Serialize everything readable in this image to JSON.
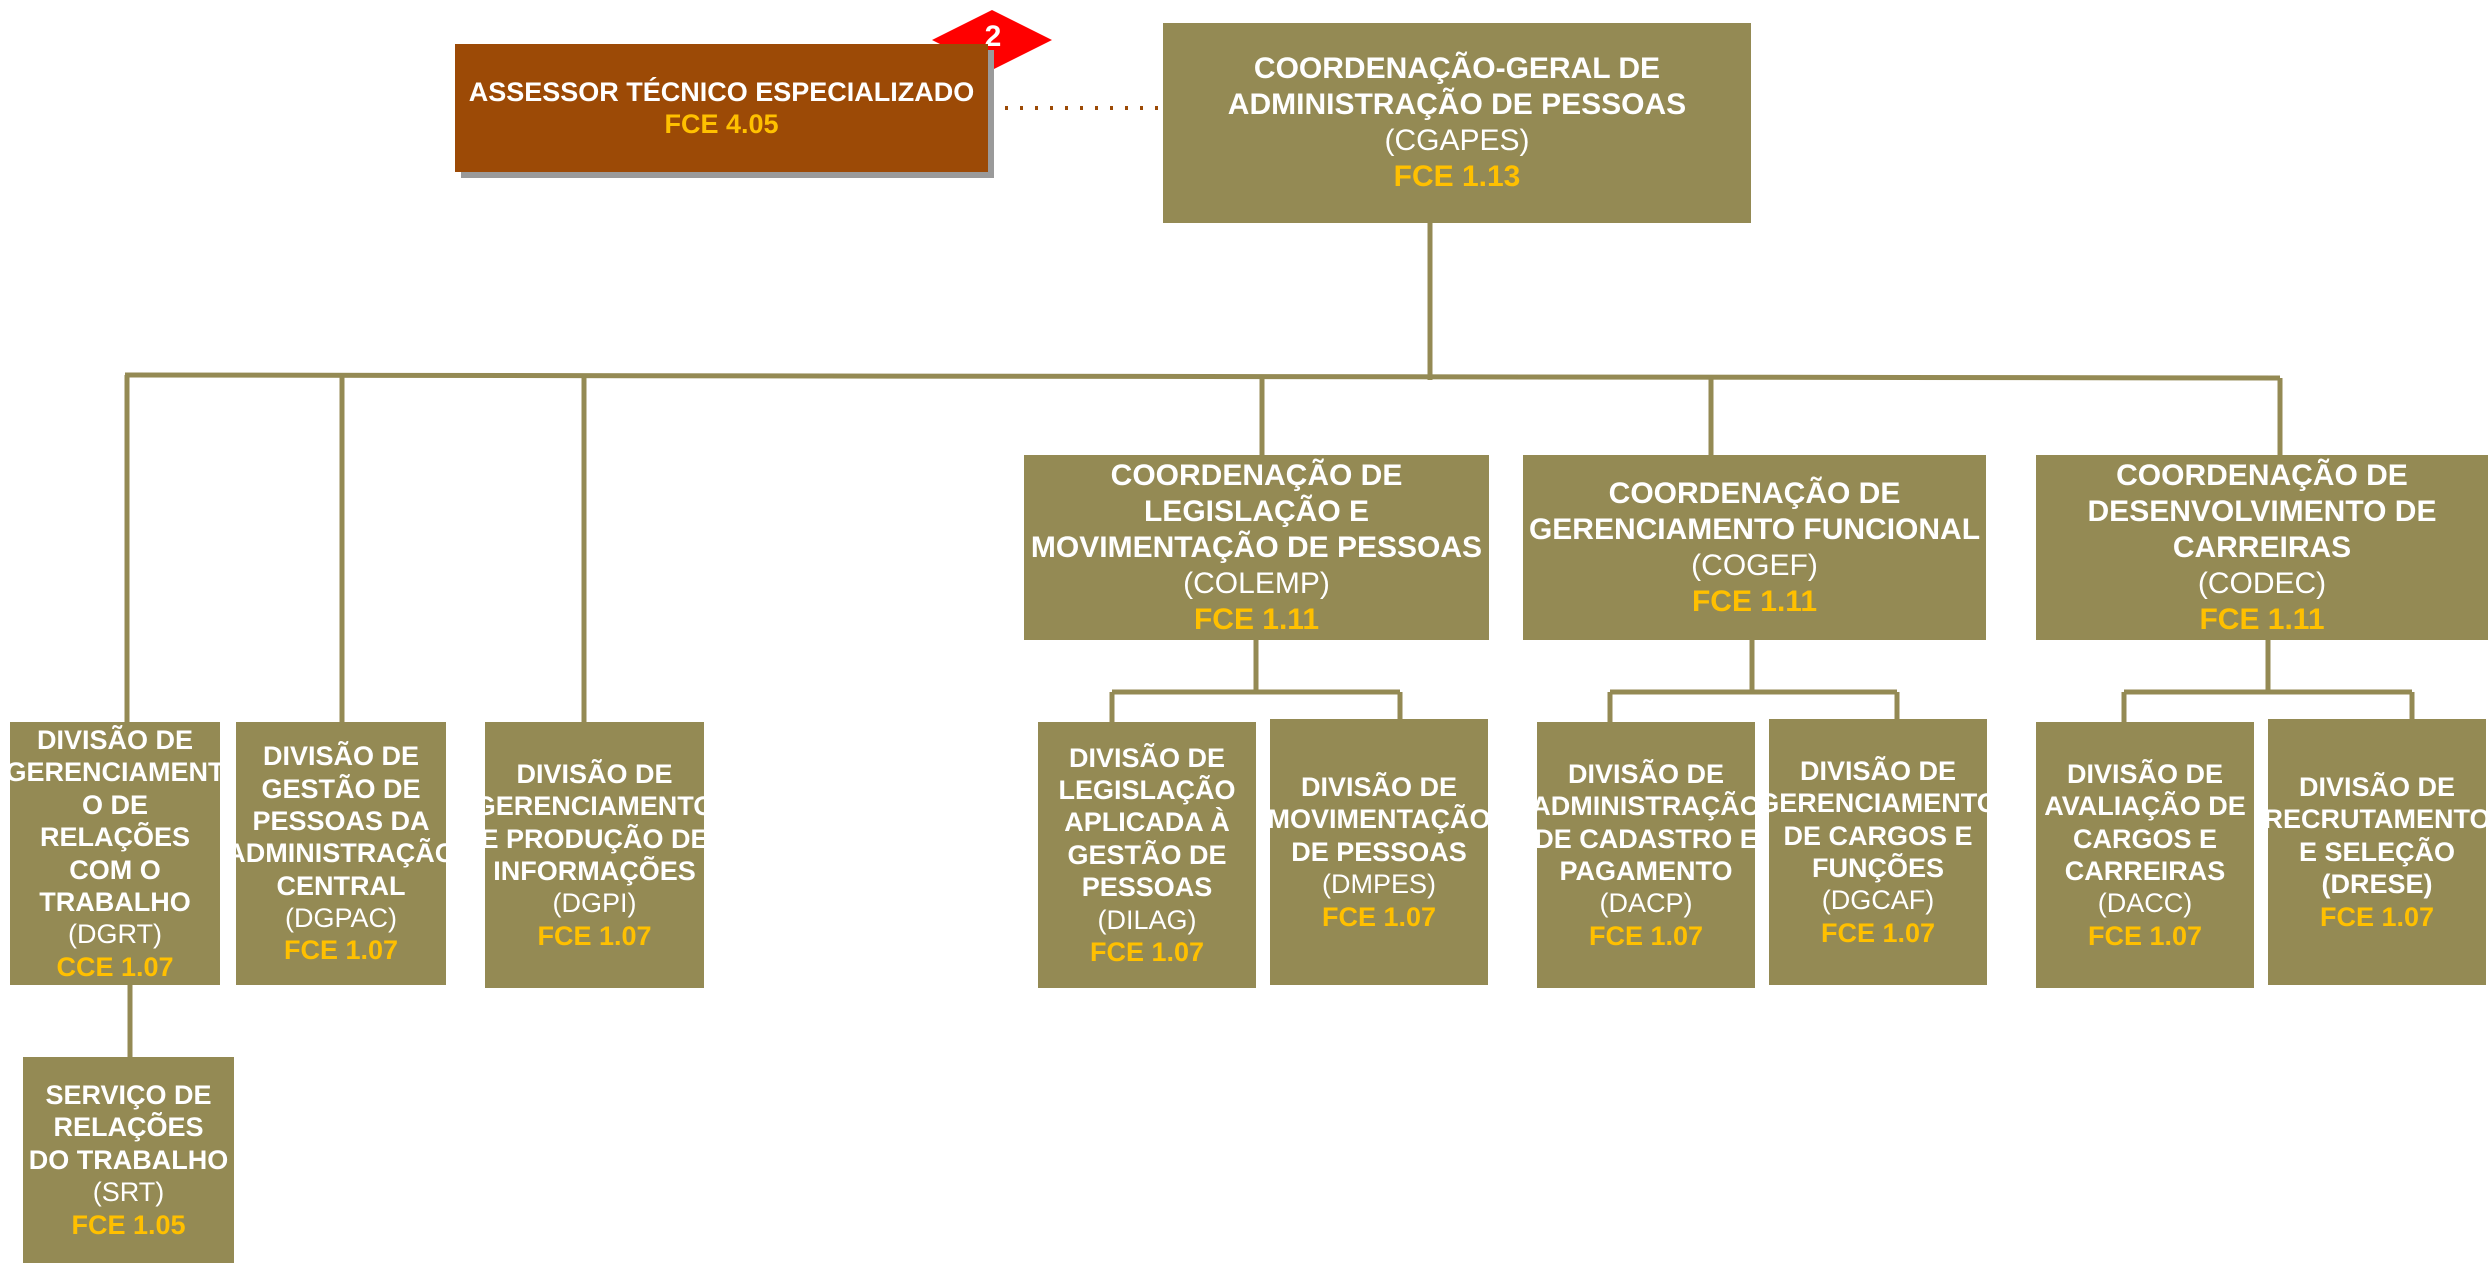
{
  "colors": {
    "box": "#948a54",
    "connector": "#948a54",
    "code": "#ffc000",
    "assessor": "#9c4a06",
    "badge": "#ff0000"
  },
  "badge": {
    "value": "2"
  },
  "root": {
    "name": "COORDENAÇÃO-GERAL DE\nADMINISTRAÇÃO DE PESSOAS",
    "abbr": "(CGAPES)",
    "code": "FCE 1.13"
  },
  "assessor": {
    "name": "ASSESSOR TÉCNICO ESPECIALIZADO",
    "code": "FCE  4.05"
  },
  "divisions_left": [
    {
      "name": "DIVISÃO DE\nGERENCIAMENT\nO DE RELAÇÕES\nCOM O\nTRABALHO",
      "abbr": "(DGRT)",
      "code": "CCE 1.07"
    },
    {
      "name": "DIVISÃO DE\nGESTÃO DE\nPESSOAS DA\nADMINISTRAÇÃO\nCENTRAL",
      "abbr": "(DGPAC)",
      "code": "FCE 1.07"
    },
    {
      "name": "DIVISÃO DE\nGERENCIAMENTO\nE PRODUÇÃO DE\nINFORMAÇÕES",
      "abbr": "(DGPI)",
      "code": "FCE 1.07"
    }
  ],
  "service": {
    "name": "SERVIÇO DE\nRELAÇÕES\nDO TRABALHO",
    "abbr": "(SRT)",
    "code": "FCE 1.05"
  },
  "coordinations": [
    {
      "name": "COORDENAÇÃO DE LEGISLAÇÃO E\nMOVIMENTAÇÃO DE PESSOAS",
      "abbr": "(COLEMP)",
      "code": "FCE 1.11",
      "divisions": [
        {
          "name": "DIVISÃO DE\nLEGISLAÇÃO\nAPLICADA À\nGESTÃO DE\nPESSOAS",
          "abbr": "(DILAG)",
          "code": "FCE 1.07"
        },
        {
          "name": "DIVISÃO DE\nMOVIMENTAÇÃO\nDE PESSOAS",
          "abbr": "(DMPES)",
          "code": "FCE 1.07"
        }
      ]
    },
    {
      "name": "COORDENAÇÃO DE\nGERENCIAMENTO FUNCIONAL",
      "abbr": "(COGEF)",
      "code": "FCE 1.11",
      "divisions": [
        {
          "name": "DIVISÃO DE\nADMINISTRAÇÃO\nDE CADASTRO E\nPAGAMENTO",
          "abbr": "(DACP)",
          "code": "FCE 1.07"
        },
        {
          "name": "DIVISÃO DE\nGERENCIAMENTO\nDE CARGOS E\nFUNÇÕES",
          "abbr": "(DGCAF)",
          "code": "FCE 1.07"
        }
      ]
    },
    {
      "name": "COORDENAÇÃO DE\nDESENVOLVIMENTO DE\nCARREIRAS",
      "abbr": "(CODEC)",
      "code": "FCE 1.11",
      "divisions": [
        {
          "name": "DIVISÃO DE\nAVALIAÇÃO DE\nCARGOS E\nCARREIRAS",
          "abbr": "(DACC)",
          "code": "FCE 1.07"
        },
        {
          "name": "DIVISÃO DE\nRECRUTAMENTO\nE SELEÇÃO\n(DRESE)",
          "code": "FCE 1.07"
        }
      ]
    }
  ]
}
